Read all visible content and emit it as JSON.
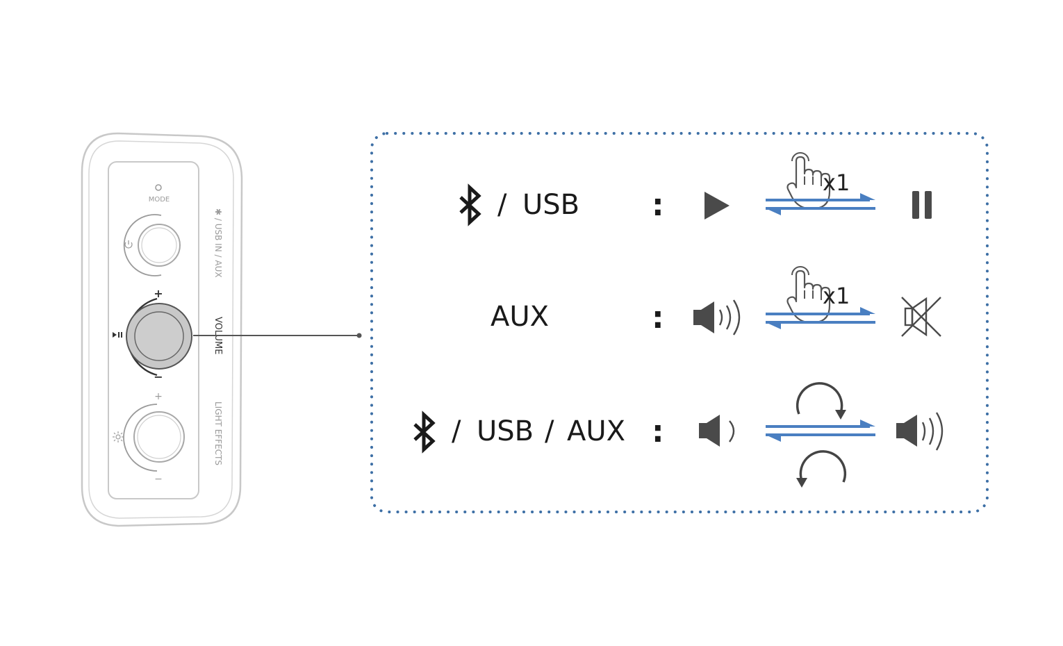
{
  "device": {
    "mode_label": "MODE",
    "side_label_top": "✱ / USB IN / AUX",
    "side_label_mid": "VOLUME",
    "side_label_bottom": "LIGHT EFFECTS",
    "vol_plus": "+",
    "vol_minus": "−",
    "light_plus": "+",
    "light_minus": "−"
  },
  "rows": [
    {
      "source_parts": [
        "/",
        "USB"
      ],
      "colon": ":",
      "press_count": "x1",
      "left_state": "play-icon",
      "right_state": "pause-icon"
    },
    {
      "source_parts": [
        "AUX"
      ],
      "colon": ":",
      "press_count": "x1",
      "left_state": "speaker-icon",
      "right_state": "mute-icon"
    },
    {
      "source_parts": [
        "/",
        "USB",
        "/",
        "AUX"
      ],
      "colon": ":",
      "left_state": "volume-low-icon",
      "right_state": "volume-high-icon"
    }
  ],
  "colors": {
    "arrow_blue": "#4a7fc1",
    "dotted_border": "#3d6fa5",
    "device_outline": "#c8c8c8",
    "knob_fill": "#cfcfcf",
    "icon_dark": "#4a4a4a"
  }
}
